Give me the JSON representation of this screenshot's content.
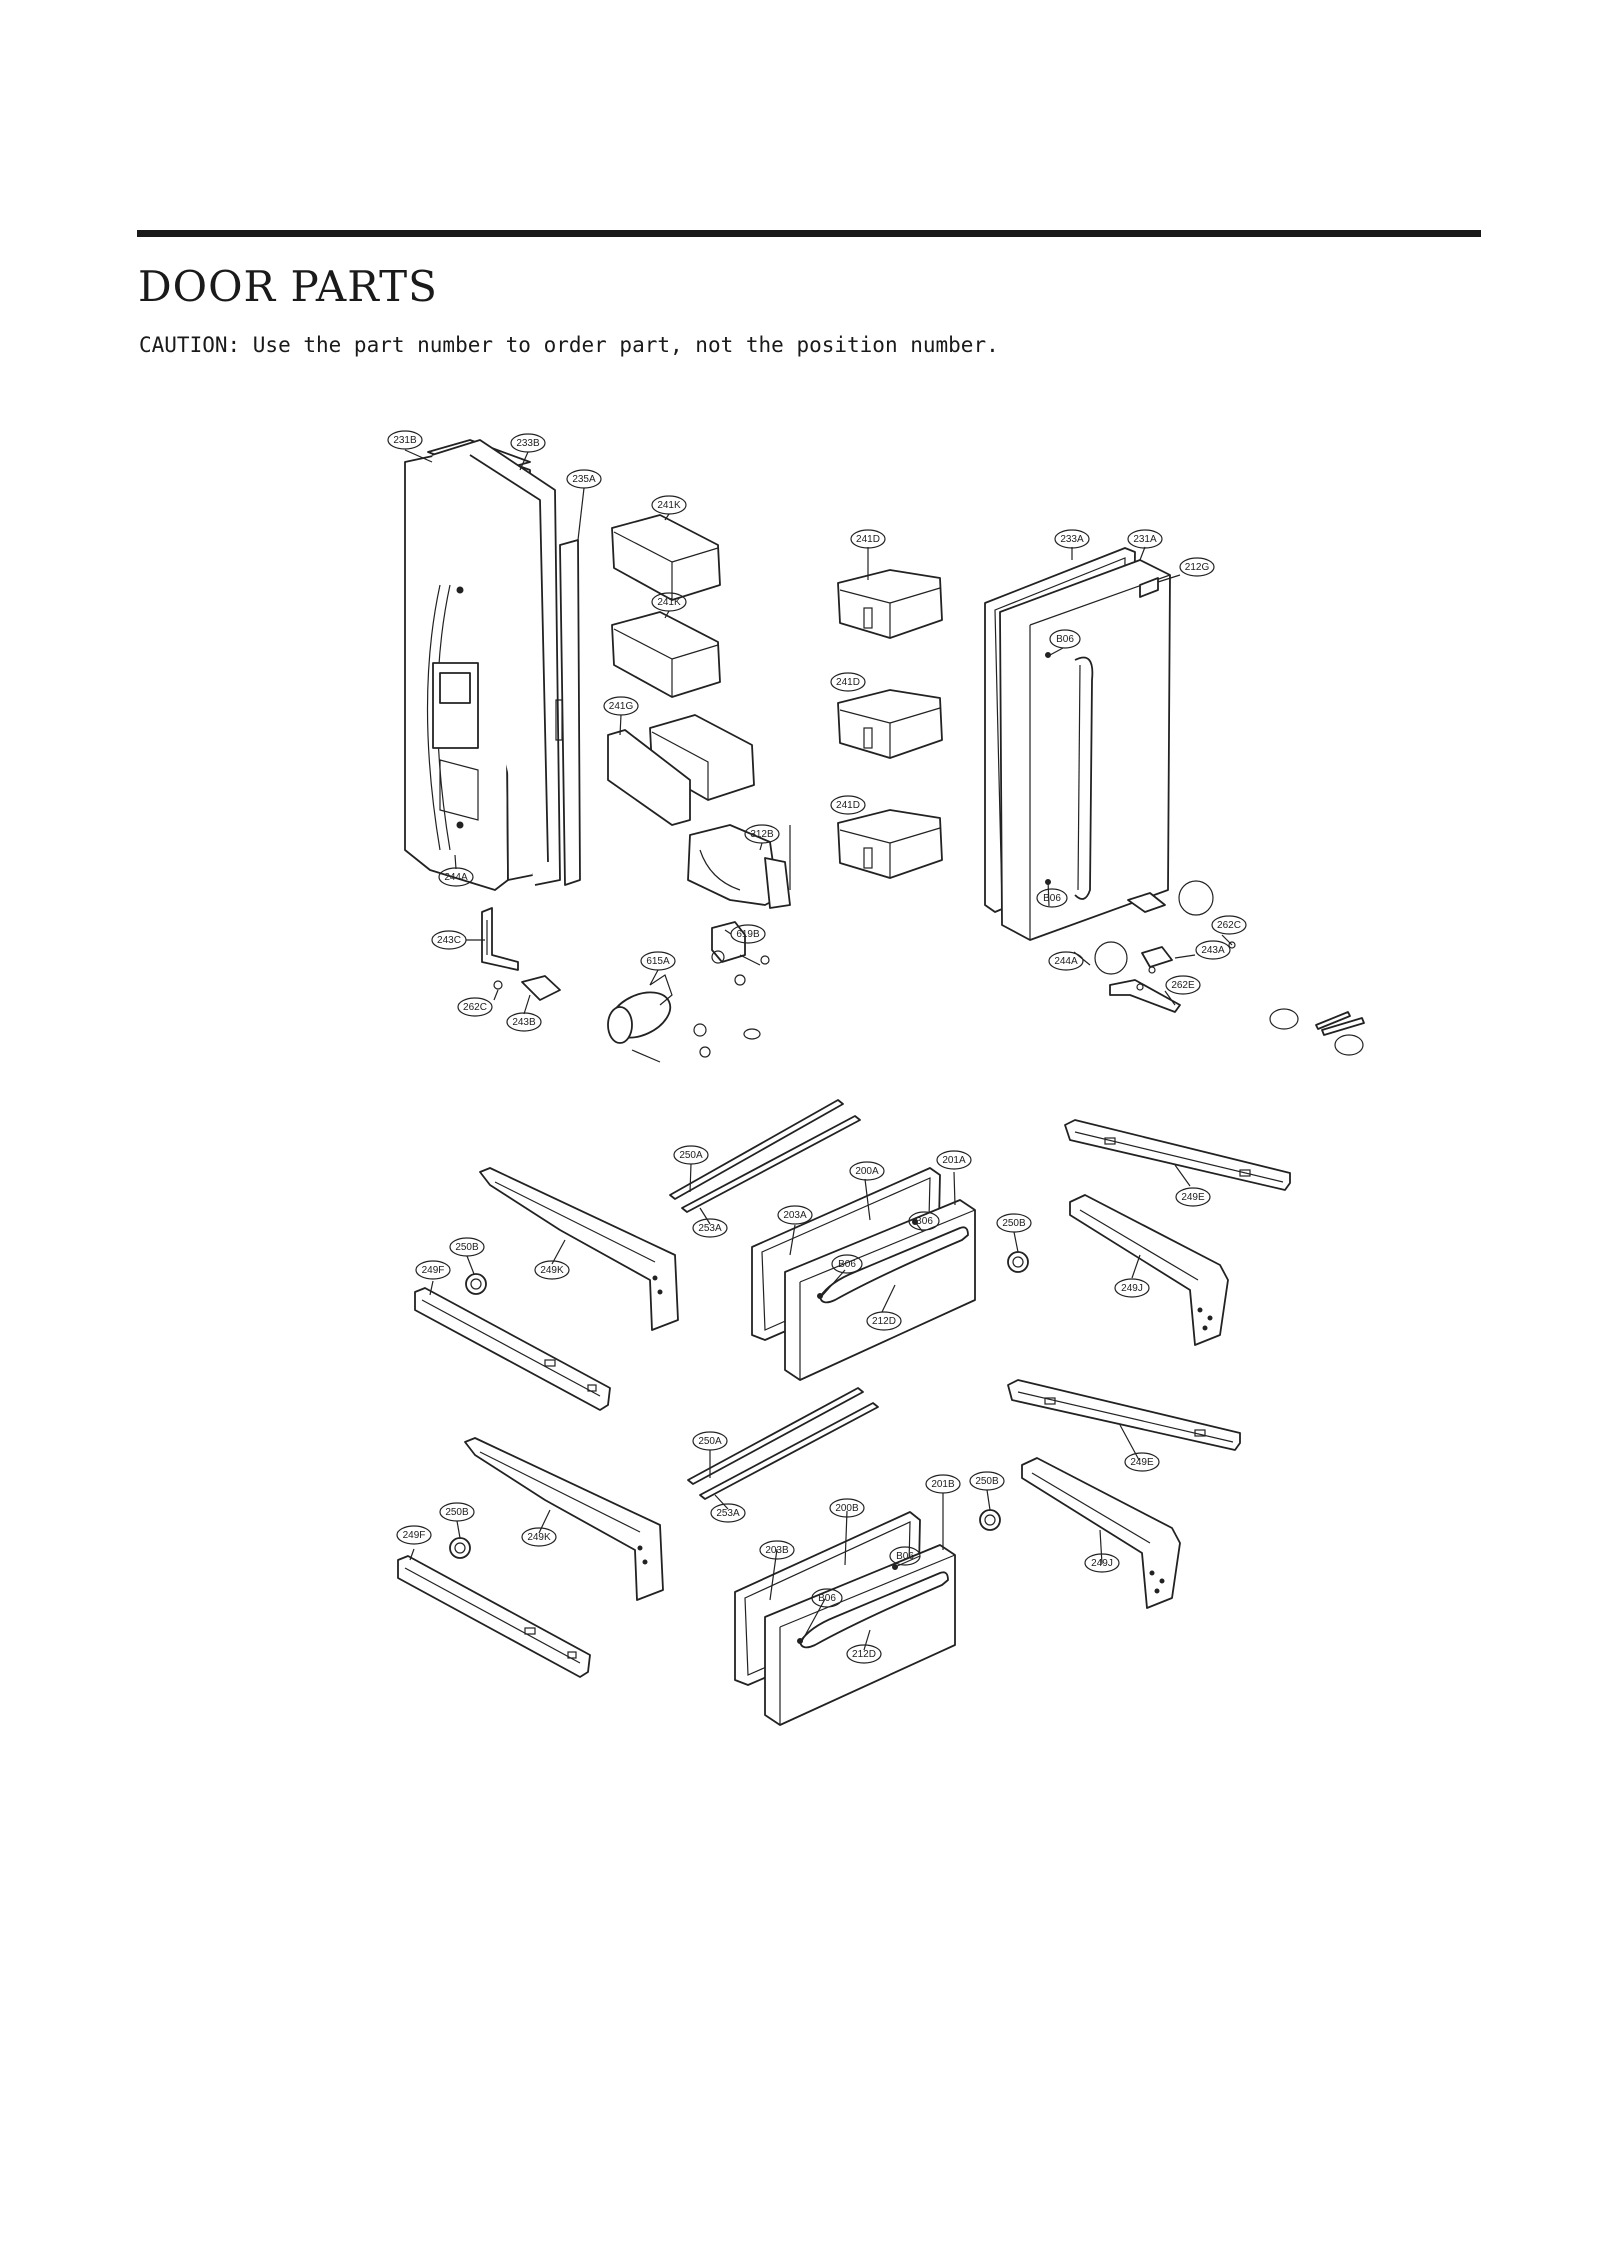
{
  "header": {
    "title": "DOOR PARTS",
    "caution": "CAUTION: Use the part number to order part, not the position number."
  },
  "callouts": [
    {
      "id": "c1",
      "label": "231B"
    },
    {
      "id": "c2",
      "label": "233B"
    },
    {
      "id": "c3",
      "label": "235A"
    },
    {
      "id": "c4",
      "label": "241K"
    },
    {
      "id": "c5",
      "label": "241K"
    },
    {
      "id": "c6",
      "label": "241G"
    },
    {
      "id": "c7",
      "label": "312B"
    },
    {
      "id": "c8",
      "label": "244A"
    },
    {
      "id": "c9",
      "label": "243C"
    },
    {
      "id": "c10",
      "label": "262C"
    },
    {
      "id": "c11",
      "label": "243B"
    },
    {
      "id": "c12",
      "label": "615A"
    },
    {
      "id": "c13",
      "label": "619B"
    },
    {
      "id": "c14",
      "label": "241D"
    },
    {
      "id": "c15",
      "label": "241D"
    },
    {
      "id": "c16",
      "label": "241D"
    },
    {
      "id": "c17",
      "label": "233A"
    },
    {
      "id": "c18",
      "label": "231A"
    },
    {
      "id": "c19",
      "label": "212G"
    },
    {
      "id": "c20",
      "label": "B06"
    },
    {
      "id": "c21",
      "label": "B06"
    },
    {
      "id": "c22",
      "label": "262C"
    },
    {
      "id": "c23",
      "label": "243A"
    },
    {
      "id": "c24",
      "label": "244A"
    },
    {
      "id": "c25",
      "label": "262E"
    },
    {
      "id": "c26",
      "label": "250A"
    },
    {
      "id": "c27",
      "label": "253A"
    },
    {
      "id": "c28",
      "label": "200A"
    },
    {
      "id": "c29",
      "label": "201A"
    },
    {
      "id": "c30",
      "label": "203A"
    },
    {
      "id": "c31",
      "label": "B06"
    },
    {
      "id": "c32",
      "label": "B06"
    },
    {
      "id": "c33",
      "label": "212D"
    },
    {
      "id": "c34",
      "label": "250B"
    },
    {
      "id": "c35",
      "label": "249E"
    },
    {
      "id": "c36",
      "label": "249J"
    },
    {
      "id": "c37",
      "label": "250B"
    },
    {
      "id": "c38",
      "label": "249F"
    },
    {
      "id": "c39",
      "label": "249K"
    },
    {
      "id": "c40",
      "label": "250A"
    },
    {
      "id": "c41",
      "label": "253A"
    },
    {
      "id": "c42",
      "label": "200B"
    },
    {
      "id": "c43",
      "label": "201B"
    },
    {
      "id": "c44",
      "label": "203B"
    },
    {
      "id": "c45",
      "label": "B06"
    },
    {
      "id": "c46",
      "label": "B06"
    },
    {
      "id": "c47",
      "label": "212D"
    },
    {
      "id": "c48",
      "label": "250B"
    },
    {
      "id": "c49",
      "label": "249E"
    },
    {
      "id": "c50",
      "label": "249J"
    },
    {
      "id": "c51",
      "label": "250B"
    },
    {
      "id": "c52",
      "label": "249F"
    },
    {
      "id": "c53",
      "label": "249K"
    }
  ]
}
